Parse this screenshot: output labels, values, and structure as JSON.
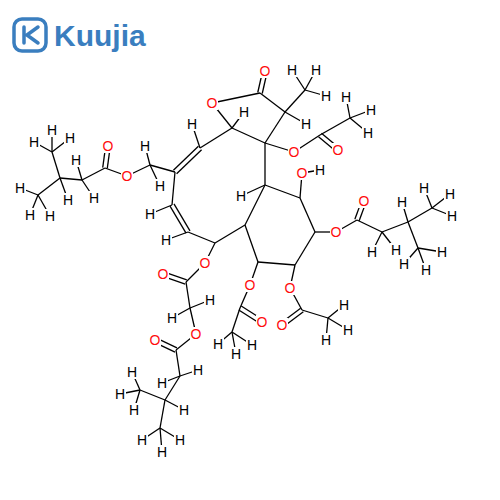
{
  "diagram": {
    "labels": [
      "Kuujia",
      "O",
      "O",
      "H",
      "H",
      "H",
      "H",
      "H",
      "H",
      "O",
      "O",
      "H",
      "H",
      "H",
      "O",
      "H",
      "H",
      "O",
      "O",
      "H",
      "H",
      "H",
      "H",
      "H",
      "H",
      "H",
      "H",
      "H",
      "O",
      "O",
      "H",
      "H",
      "H",
      "O",
      "O",
      "H",
      "H",
      "H",
      "O",
      "O",
      "H",
      "H",
      "O",
      "O",
      "H",
      "H",
      "H",
      "H",
      "H",
      "H",
      "H",
      "H",
      "H",
      "H",
      "H",
      "O",
      "O",
      "H",
      "H",
      "H",
      "H",
      "H",
      "H",
      "H",
      "H",
      "H",
      "H",
      "H"
    ]
  }
}
